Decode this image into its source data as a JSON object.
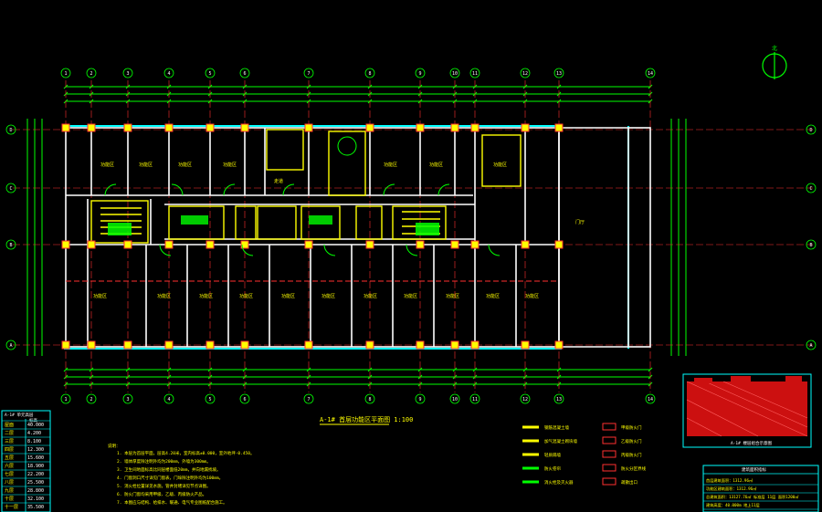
{
  "drawing": {
    "title": "A-1# 首层功能区平面图 1:100",
    "north_label": "北",
    "colors": {
      "background": "#000000",
      "wall": "#ffffff",
      "dimension": "#00ff00",
      "structure": "#ffff00",
      "cyan": "#00ffff",
      "axis": "#ff3030",
      "magenta": "#ff00ff"
    },
    "axis_grid": {
      "columns": [
        "1",
        "2",
        "3",
        "4",
        "5",
        "6",
        "7",
        "8",
        "9",
        "10",
        "11",
        "12",
        "13",
        "14"
      ],
      "rows": [
        "D",
        "C",
        "B",
        "A"
      ]
    },
    "elevation_table": {
      "header": [
        "A-1# 单元高层",
        "标高"
      ],
      "rows": [
        [
          "屋面",
          "40.000"
        ],
        [
          "二层",
          "4.200"
        ],
        [
          "三层",
          "8.100"
        ],
        [
          "四层",
          "12.300"
        ],
        [
          "五层",
          "15.600"
        ],
        [
          "六层",
          "18.900"
        ],
        [
          "七层",
          "22.200"
        ],
        [
          "八层",
          "25.500"
        ],
        [
          "九层",
          "28.800"
        ],
        [
          "十层",
          "32.100"
        ],
        [
          "十一层",
          "35.500"
        ]
      ]
    },
    "notes": {
      "heading": "说明：",
      "lines": [
        "1. 本层为首层平面，层高4.20米，室内标高±0.000，室外地坪-0.450。",
        "2. 墙体厚度除注明外均为200mm，外墙为300mm。",
        "3. 卫生间地面标高比同层楼面低20mm，并向地漏找坡。",
        "4. 门窗洞口尺寸详见门窗表，门垛除注明外均为100mm。",
        "5. 消火栓位置详见水施，管井封堵详见节点详图。",
        "6. 防火门窗均采用甲级、乙级、丙级防火产品。",
        "7. 本图应与结构、给排水、暖通、电气专业图纸配合施工。"
      ]
    },
    "legend": {
      "items": [
        {
          "label": "钢筋混凝土墙",
          "color": "#ffff00"
        },
        {
          "label": "加气混凝土砌块墙",
          "color": "#ffff00"
        },
        {
          "label": "轻质隔墙",
          "color": "#ffff00"
        },
        {
          "label": "防火卷帘",
          "color": "#00ff00"
        },
        {
          "label": "消火栓及灭火器",
          "color": "#00ff00"
        }
      ],
      "right_items": [
        {
          "label": "甲级防火门",
          "color": "#ff3030"
        },
        {
          "label": "乙级防火门",
          "color": "#ff3030"
        },
        {
          "label": "丙级防火门",
          "color": "#ff3030"
        },
        {
          "label": "防火分区界线",
          "color": "#ff3030"
        },
        {
          "label": "疏散出口",
          "color": "#ff3030"
        }
      ]
    },
    "key_plan_caption": "A-1# 楼层组合示意图",
    "info_block": {
      "title": "建筑面积指标",
      "lines": [
        "首层建筑面积：1312.96㎡",
        "功能区建筑面积：1312.96㎡",
        "总建筑面积：13127.76㎡ 标准层 11层 面积1200㎡",
        "建筑高度：40.000m 地上11层"
      ]
    }
  }
}
